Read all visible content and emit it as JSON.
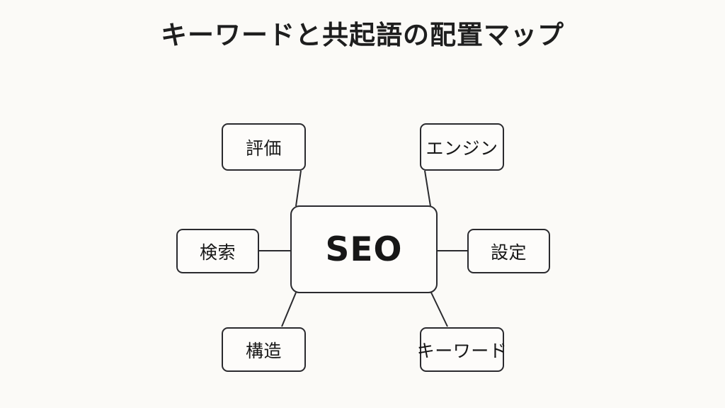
{
  "page": {
    "background_color": "#fbfaf7",
    "text_color": "#1e1e1e",
    "line_color": "#2a2a2e"
  },
  "title": "キーワードと共起語の配置マップ",
  "diagram": {
    "type": "mind-map",
    "center": {
      "label": "SEO"
    },
    "nodes": [
      {
        "id": "hyouka",
        "label": "評価"
      },
      {
        "id": "engine",
        "label": "エンジン"
      },
      {
        "id": "kensaku",
        "label": "検索"
      },
      {
        "id": "settei",
        "label": "設定"
      },
      {
        "id": "kouzou",
        "label": "構造"
      },
      {
        "id": "keyword",
        "label": "キーワード"
      }
    ],
    "edges": [
      {
        "from": "hyouka",
        "to": "SEO"
      },
      {
        "from": "engine",
        "to": "SEO"
      },
      {
        "from": "kensaku",
        "to": "SEO"
      },
      {
        "from": "settei",
        "to": "SEO"
      },
      {
        "from": "kouzou",
        "to": "SEO"
      },
      {
        "from": "keyword",
        "to": "SEO"
      }
    ]
  }
}
